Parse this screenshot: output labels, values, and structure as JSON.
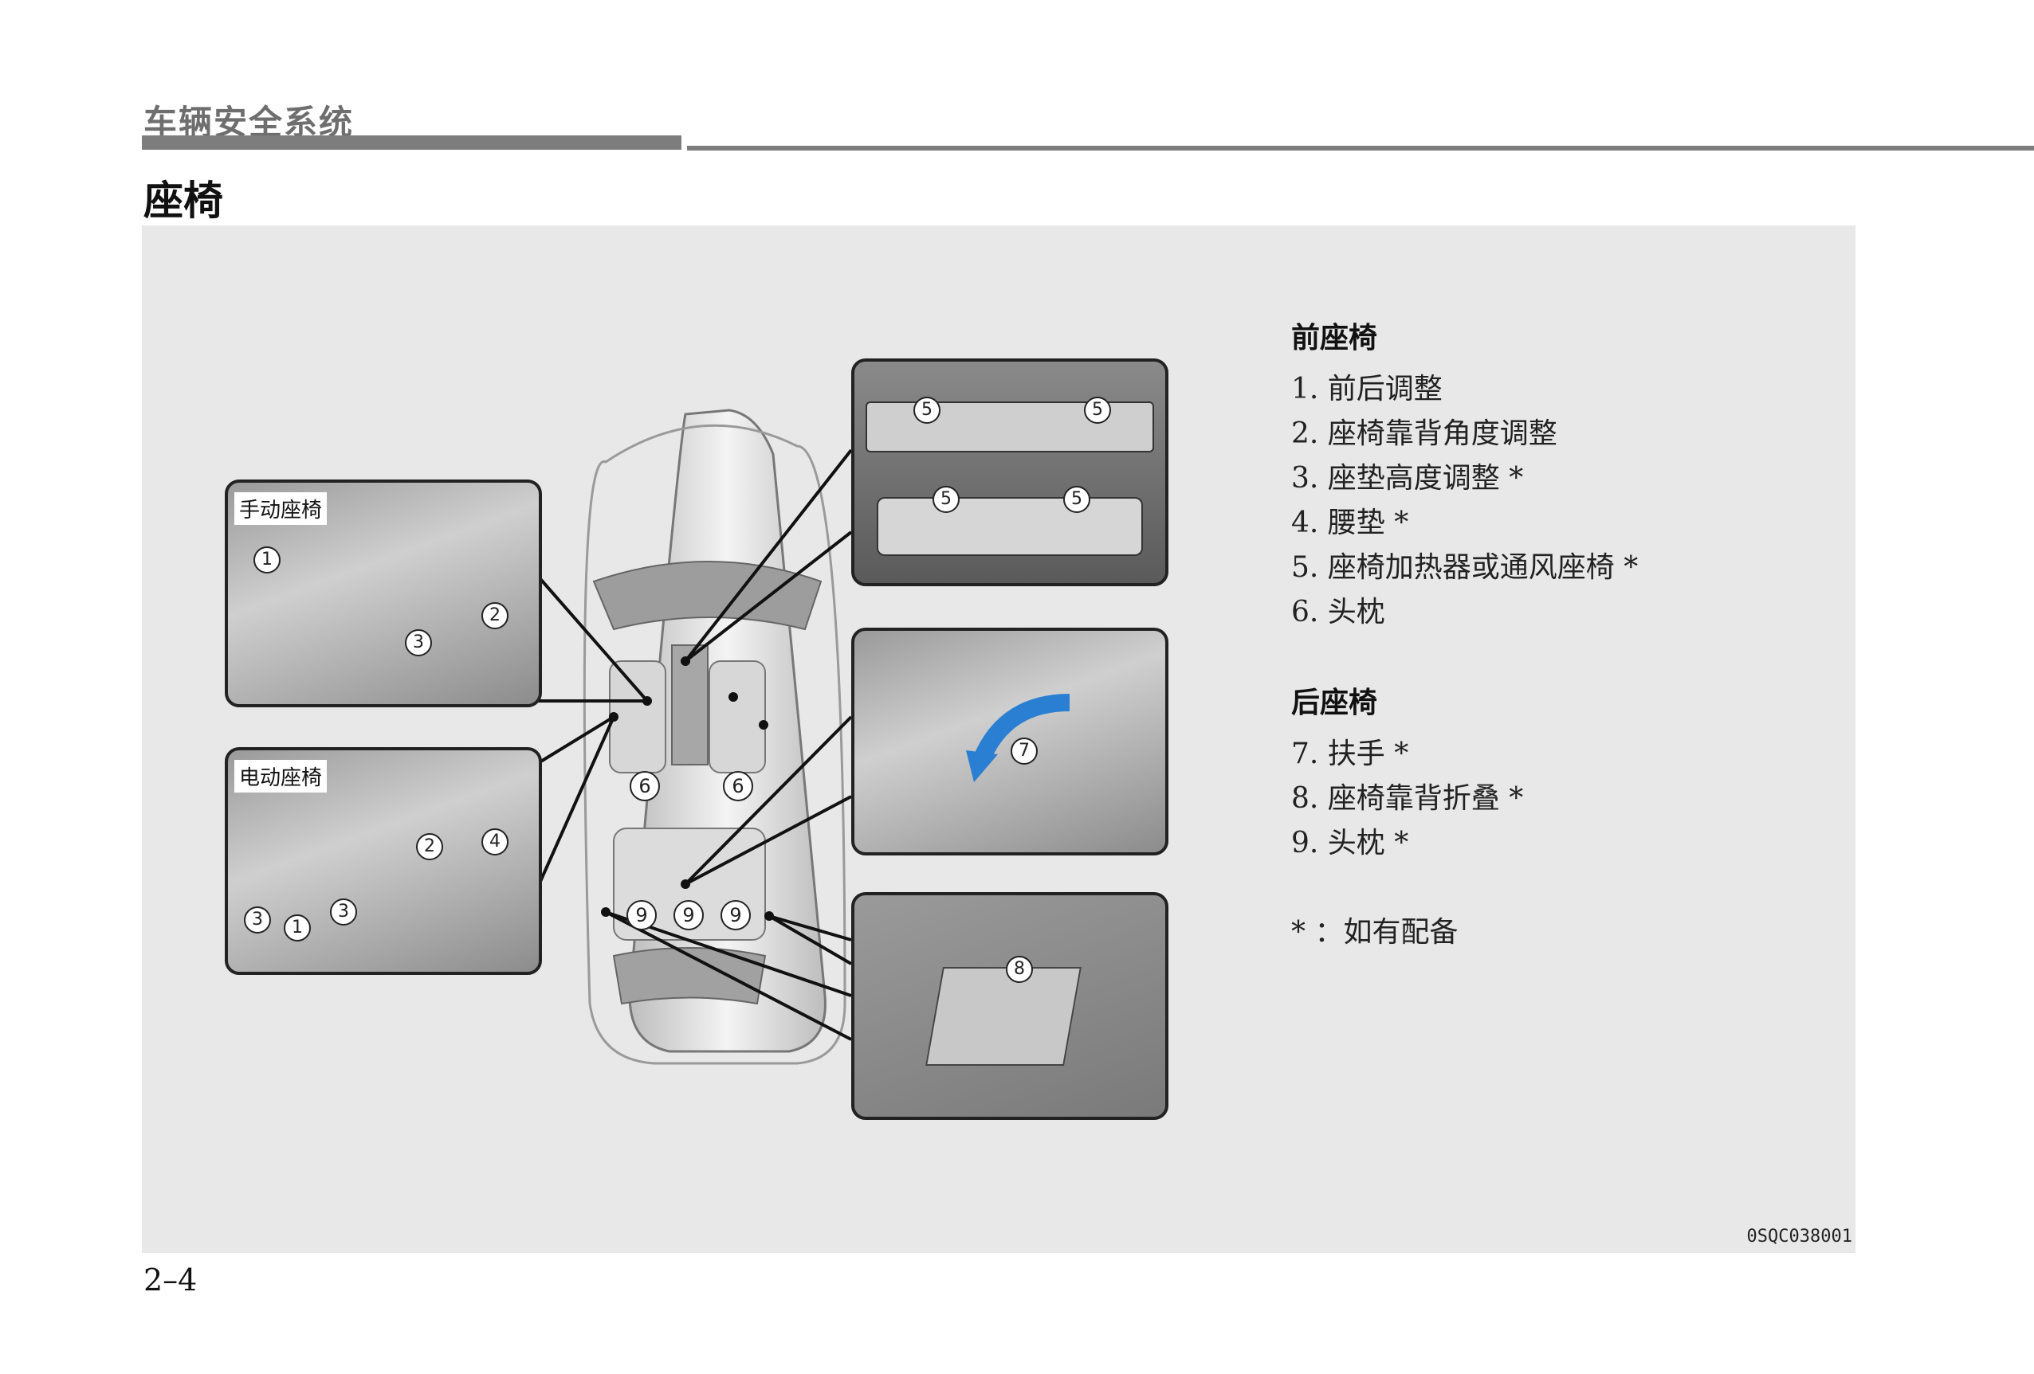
{
  "header": {
    "section": "车辆安全系统",
    "title": "座椅"
  },
  "figure": {
    "code": "0SQC038001",
    "manual_seat_label": "手动座椅",
    "power_seat_label": "电动座椅"
  },
  "legend": {
    "front_title": "前座椅",
    "front_items": [
      "1. 前后调整",
      "2. 座椅靠背角度调整",
      "3. 座垫高度调整 *",
      "4. 腰垫 *",
      "5. 座椅加热器或通风座椅 *",
      "6. 头枕"
    ],
    "rear_title": "后座椅",
    "rear_items": [
      "7. 扶手 *",
      "8. 座椅靠背折叠 *",
      "9. 头枕 *"
    ],
    "note": "* ：如有配备"
  },
  "callouts": {
    "n1": "1",
    "n2": "2",
    "n3": "3",
    "n4": "4",
    "n5": "5",
    "n6": "6",
    "n7": "7",
    "n8": "8",
    "n9": "9"
  },
  "footer": {
    "page": "2–4"
  }
}
